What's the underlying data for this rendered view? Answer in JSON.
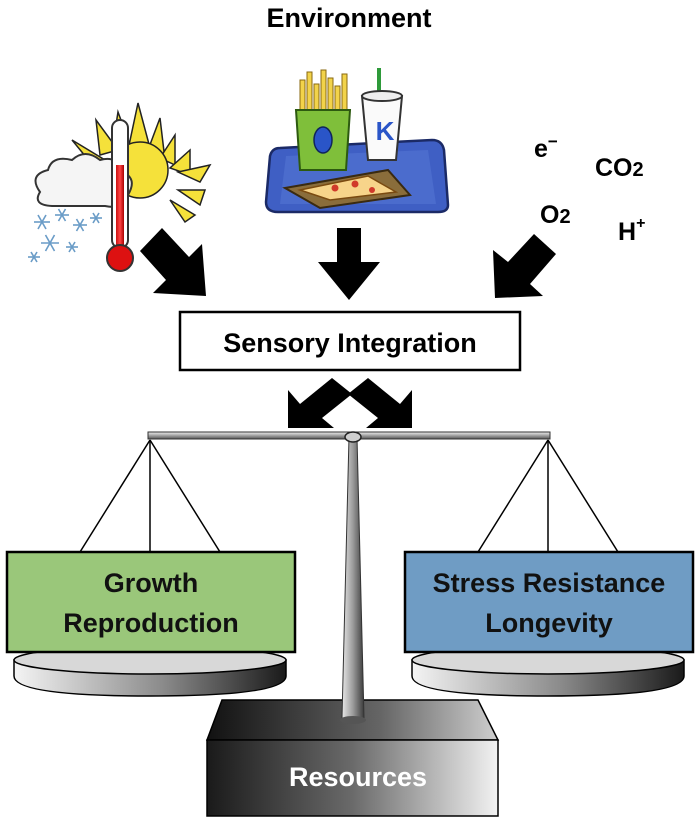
{
  "title": "Environment",
  "molecules": {
    "electron": "e",
    "electron_sup": "−",
    "co2": "CO",
    "co2_sub": "2",
    "o2": "O",
    "o2_sub": "2",
    "proton": "H",
    "proton_sup": "+"
  },
  "food_tray": {
    "fries_box_letter": "",
    "cup_letter": "K"
  },
  "integration_box": "Sensory Integration",
  "left_pan": {
    "line1": "Growth",
    "line2": "Reproduction",
    "color": "#9ac77a"
  },
  "right_pan": {
    "line1": "Stress Resistance",
    "line2": "Longevity",
    "color": "#6f9cc4"
  },
  "base_label": "Resources"
}
